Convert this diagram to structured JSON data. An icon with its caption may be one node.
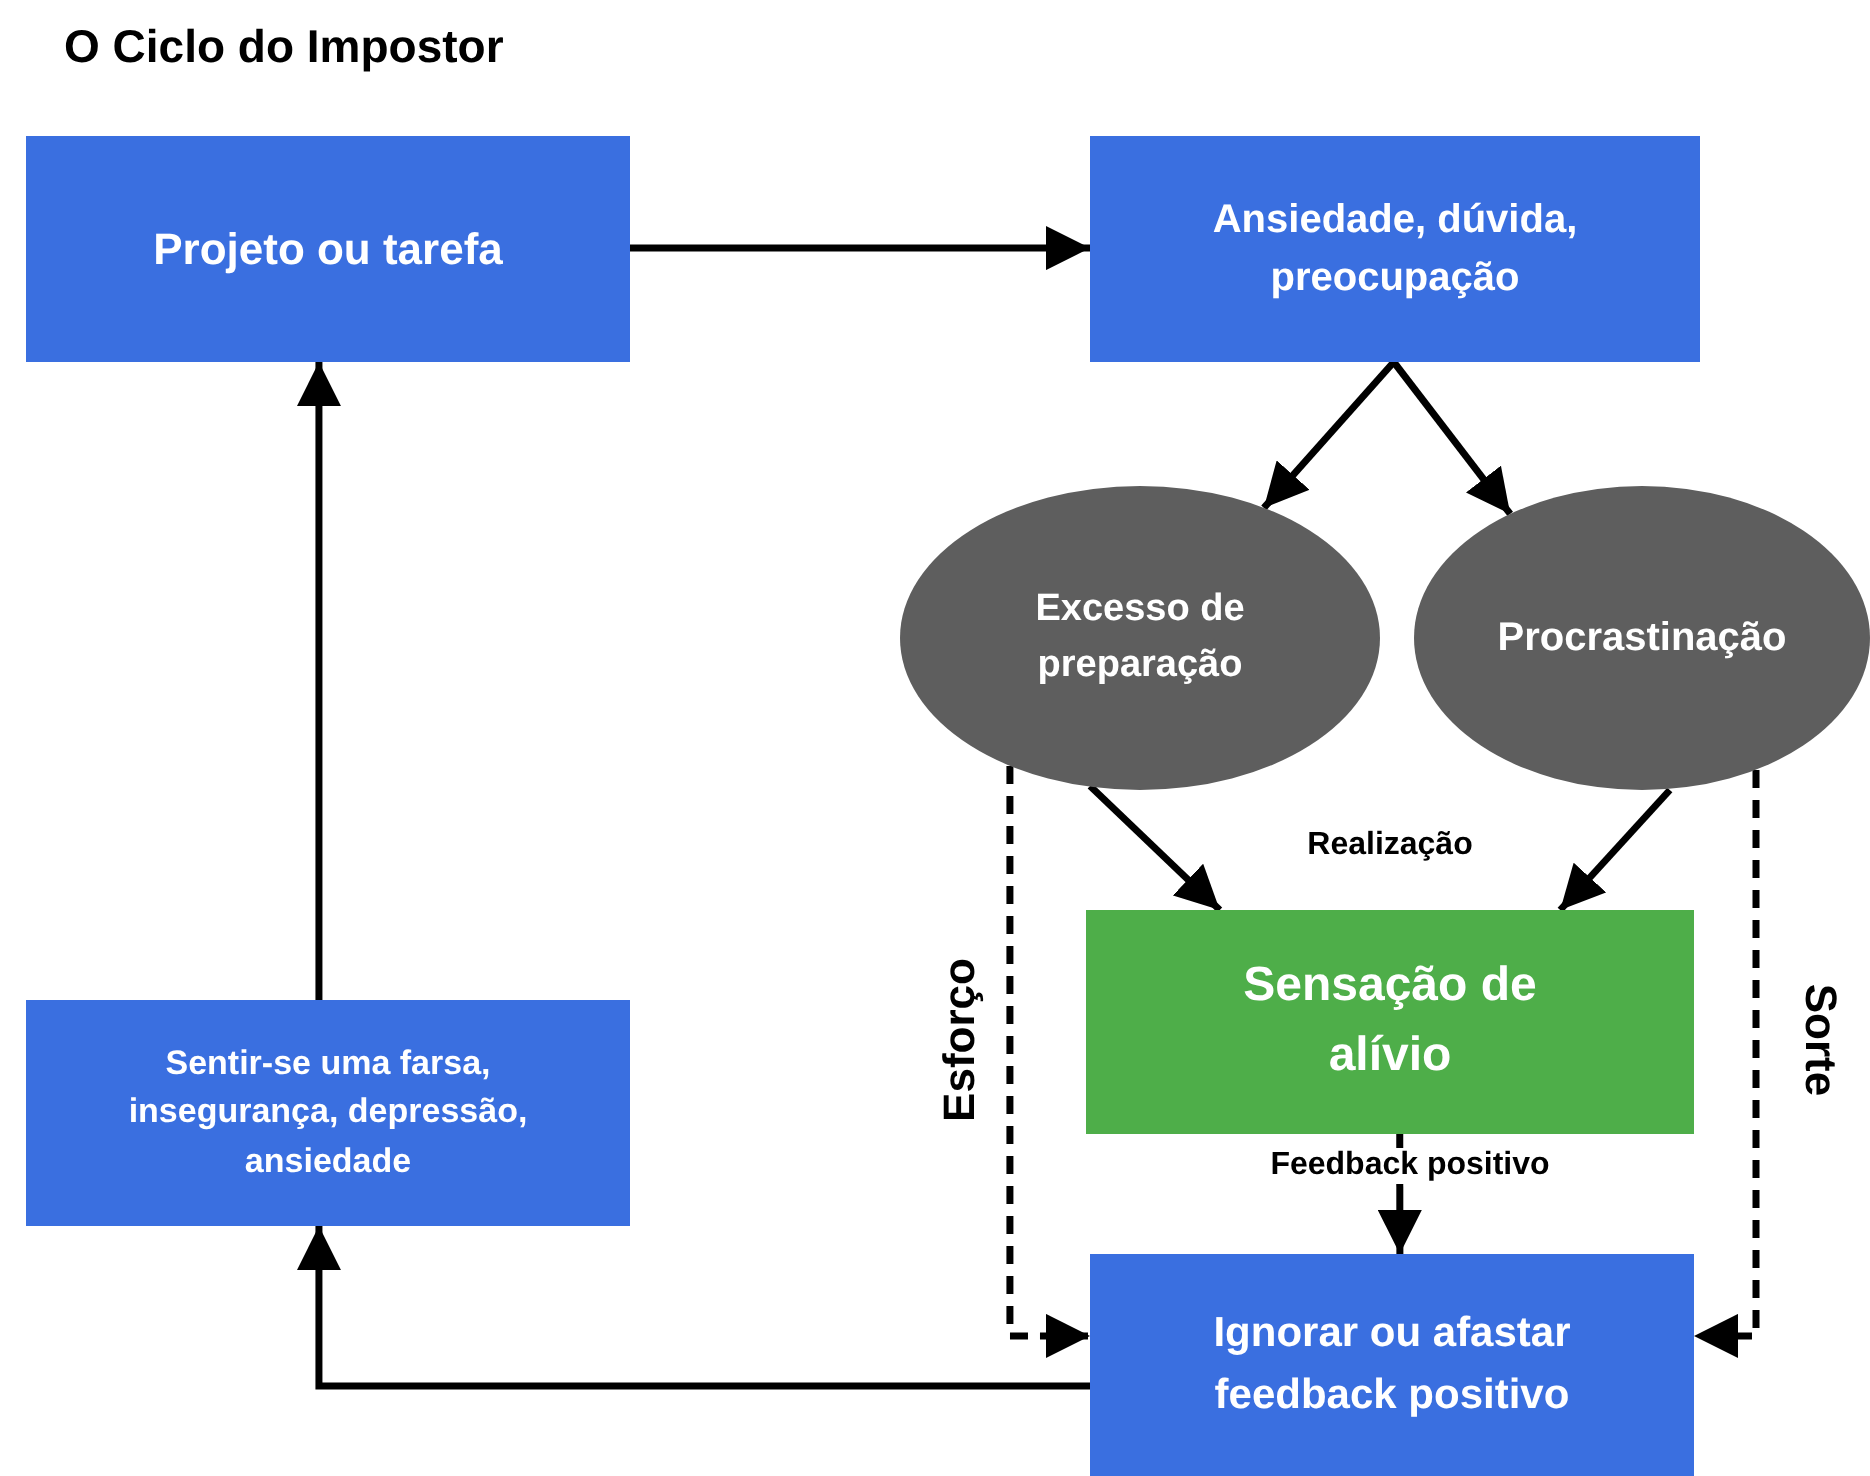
{
  "diagram": {
    "title": "O Ciclo do Impostor",
    "nodes": [
      {
        "text": [
          "Projeto ou tarefa"
        ]
      },
      {
        "text": [
          "Ansiedade, dúvida, preocupação"
        ]
      },
      {
        "text": [
          "Excesso de preparação"
        ]
      },
      {
        "text": [
          "Procrastinação"
        ]
      },
      {
        "text": [
          "Sensação de alívio"
        ]
      },
      {
        "text": [
          "Ignorar ou afastar feedback positivo"
        ]
      },
      {
        "text": [
          "Sentir-se uma farsa, insegurança, depressão, ansiedade"
        ]
      }
    ],
    "edges": [
      {
        "from": 0,
        "to": 1,
        "arrow": "to"
      },
      {
        "from": 1,
        "to": 2,
        "arrow": "to"
      },
      {
        "from": 1,
        "to": 3,
        "arrow": "to"
      },
      {
        "from": 2,
        "to": 4,
        "arrow": "to"
      },
      {
        "from": 3,
        "to": 4,
        "arrow": "to"
      },
      {
        "from": 4,
        "to": 5,
        "arrow": "to",
        "label": "Feedback positivo"
      },
      {
        "from": 2,
        "to": 5,
        "arrow": "to",
        "style": "dashed",
        "label": "Esforço"
      },
      {
        "from": 3,
        "to": 5,
        "arrow": "to",
        "style": "dashed",
        "label": "Sorte"
      },
      {
        "from": 5,
        "to": 6,
        "arrow": "to"
      },
      {
        "from": 6,
        "to": 0,
        "arrow": "to"
      }
    ],
    "labels": [
      "Realização"
    ]
  }
}
